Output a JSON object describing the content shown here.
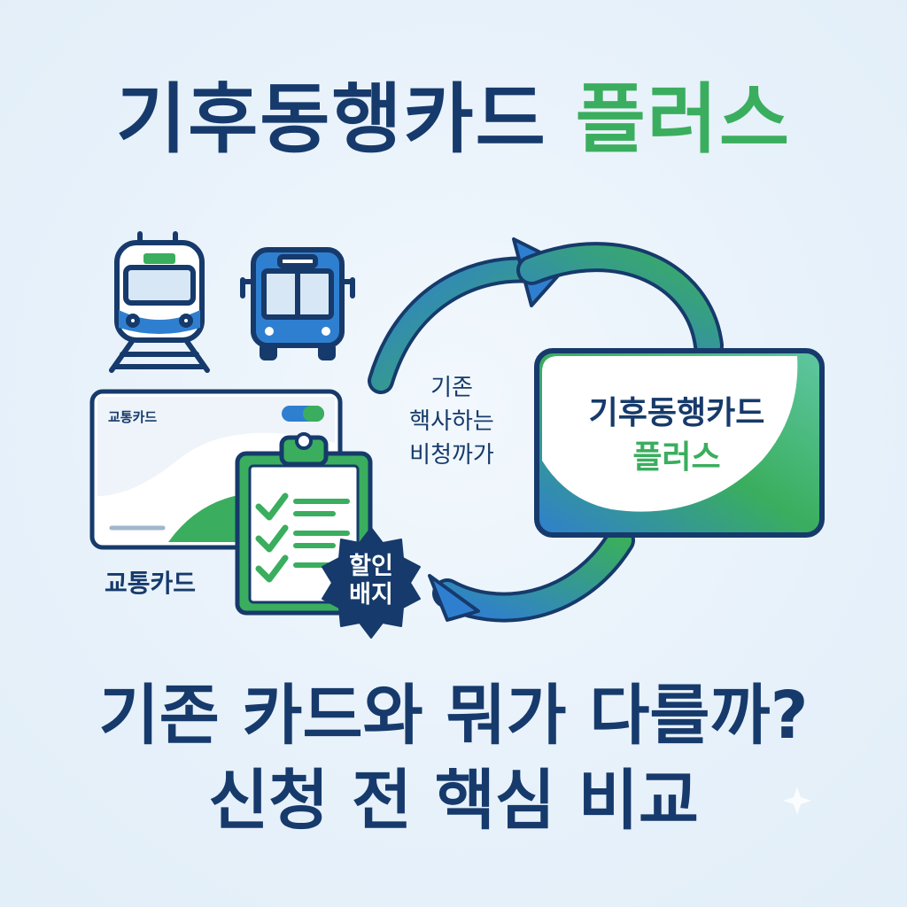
{
  "title": {
    "main": "기후동행카드",
    "accent": "플러스"
  },
  "cards": {
    "old_card_small_label": "교통카드",
    "old_card_caption": "교통카드",
    "new_card_line1": "기후동행카드",
    "new_card_line2": "플러스"
  },
  "badge": {
    "line1": "할인",
    "line2": "배지"
  },
  "arrow_note": {
    "line1": "기존",
    "line2": "핵사하는",
    "line3": "비청까가"
  },
  "subtitle": {
    "line1": "기존 카드와 뭐가 다를까?",
    "line2": "신청 전 핵심 비교"
  },
  "colors": {
    "navy": "#163a6b",
    "green": "#3aae5e",
    "blue": "#2f7fd0",
    "background": "#e9f3fb"
  },
  "icons": [
    "train-icon",
    "bus-icon",
    "clipboard-checklist-icon",
    "cycle-arrow-icon",
    "discount-badge-icon"
  ]
}
